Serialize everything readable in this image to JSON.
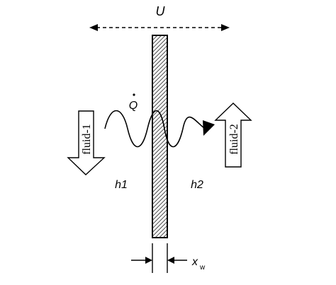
{
  "labels": {
    "overall_coefficient": "U",
    "heat_flow": "Q",
    "fluid_left": "fluid-1",
    "fluid_right": "fluid-2",
    "h_left": "h1",
    "h_right": "h2",
    "thickness_symbol": "x",
    "thickness_subscript": "w"
  },
  "colors": {
    "stroke": "#000000",
    "background": "#ffffff"
  }
}
